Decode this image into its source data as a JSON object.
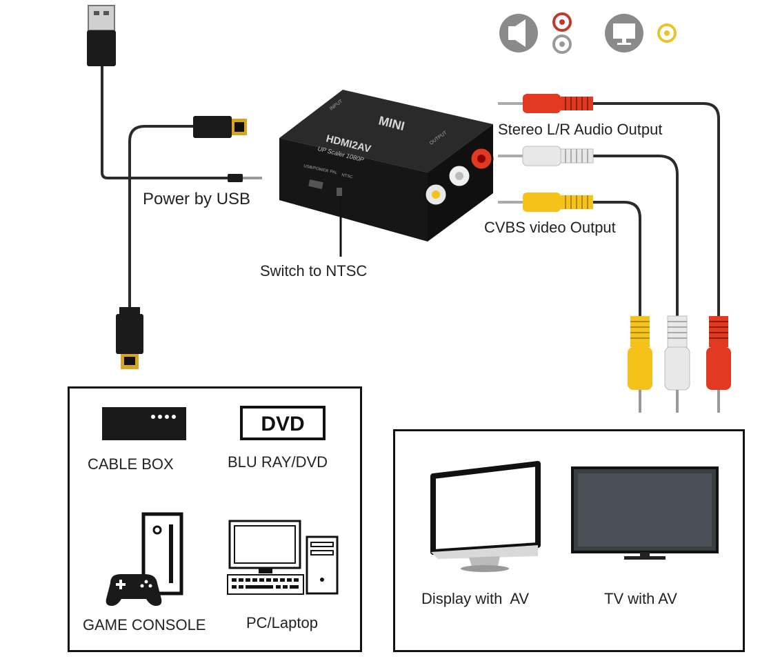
{
  "labels": {
    "power": "Power by USB",
    "switch": "Switch to NTSC",
    "audio": "Stereo L/R Audio Output",
    "video": "CVBS video Output"
  },
  "device": {
    "top_text": "MINI",
    "model_text": "HDMI2AV",
    "sub_text": "UP Scaler 1080P",
    "side_input": "INPUT",
    "side_output": "OUTPUT",
    "port_power": "USB/POWER",
    "port_pal": "PAL",
    "port_ntsc": "NTSC"
  },
  "sources": {
    "cable_box": "CABLE BOX",
    "dvd_logo": "DVD",
    "bluray": "BLU RAY/DVD",
    "game_console": "GAME CONSOLE",
    "pc": "PC/Laptop"
  },
  "displays": {
    "display_av": "Display with  AV",
    "tv_av": "TV with AV"
  },
  "colors": {
    "cable": "#2b2b2b",
    "hdmi_gold": "#d9a520",
    "rca_red": "#e23a22",
    "rca_white": "#e8e8e8",
    "rca_yellow": "#f5c21b",
    "icon_gray": "#8a8a8a",
    "device_black": "#1b1b1b"
  },
  "icons": [
    "speaker-icon",
    "audio-jacks-icon",
    "monitor-icon",
    "video-jack-icon"
  ]
}
